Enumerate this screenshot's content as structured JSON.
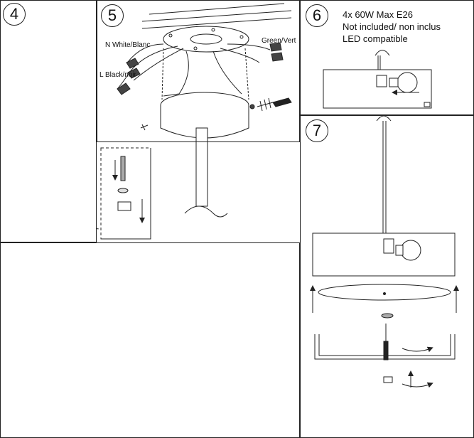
{
  "steps": [
    {
      "number": "4"
    },
    {
      "number": "5"
    },
    {
      "number": "6"
    },
    {
      "number": "7"
    }
  ],
  "step5": {
    "neutral_label": "N White/Blanc",
    "ground_label": "Green/Vert",
    "live_label": "L Black/noir"
  },
  "step6": {
    "spec_line1": "4x 60W Max E26",
    "spec_line2": "Not included/ non inclus",
    "spec_line3": "LED compatible"
  }
}
